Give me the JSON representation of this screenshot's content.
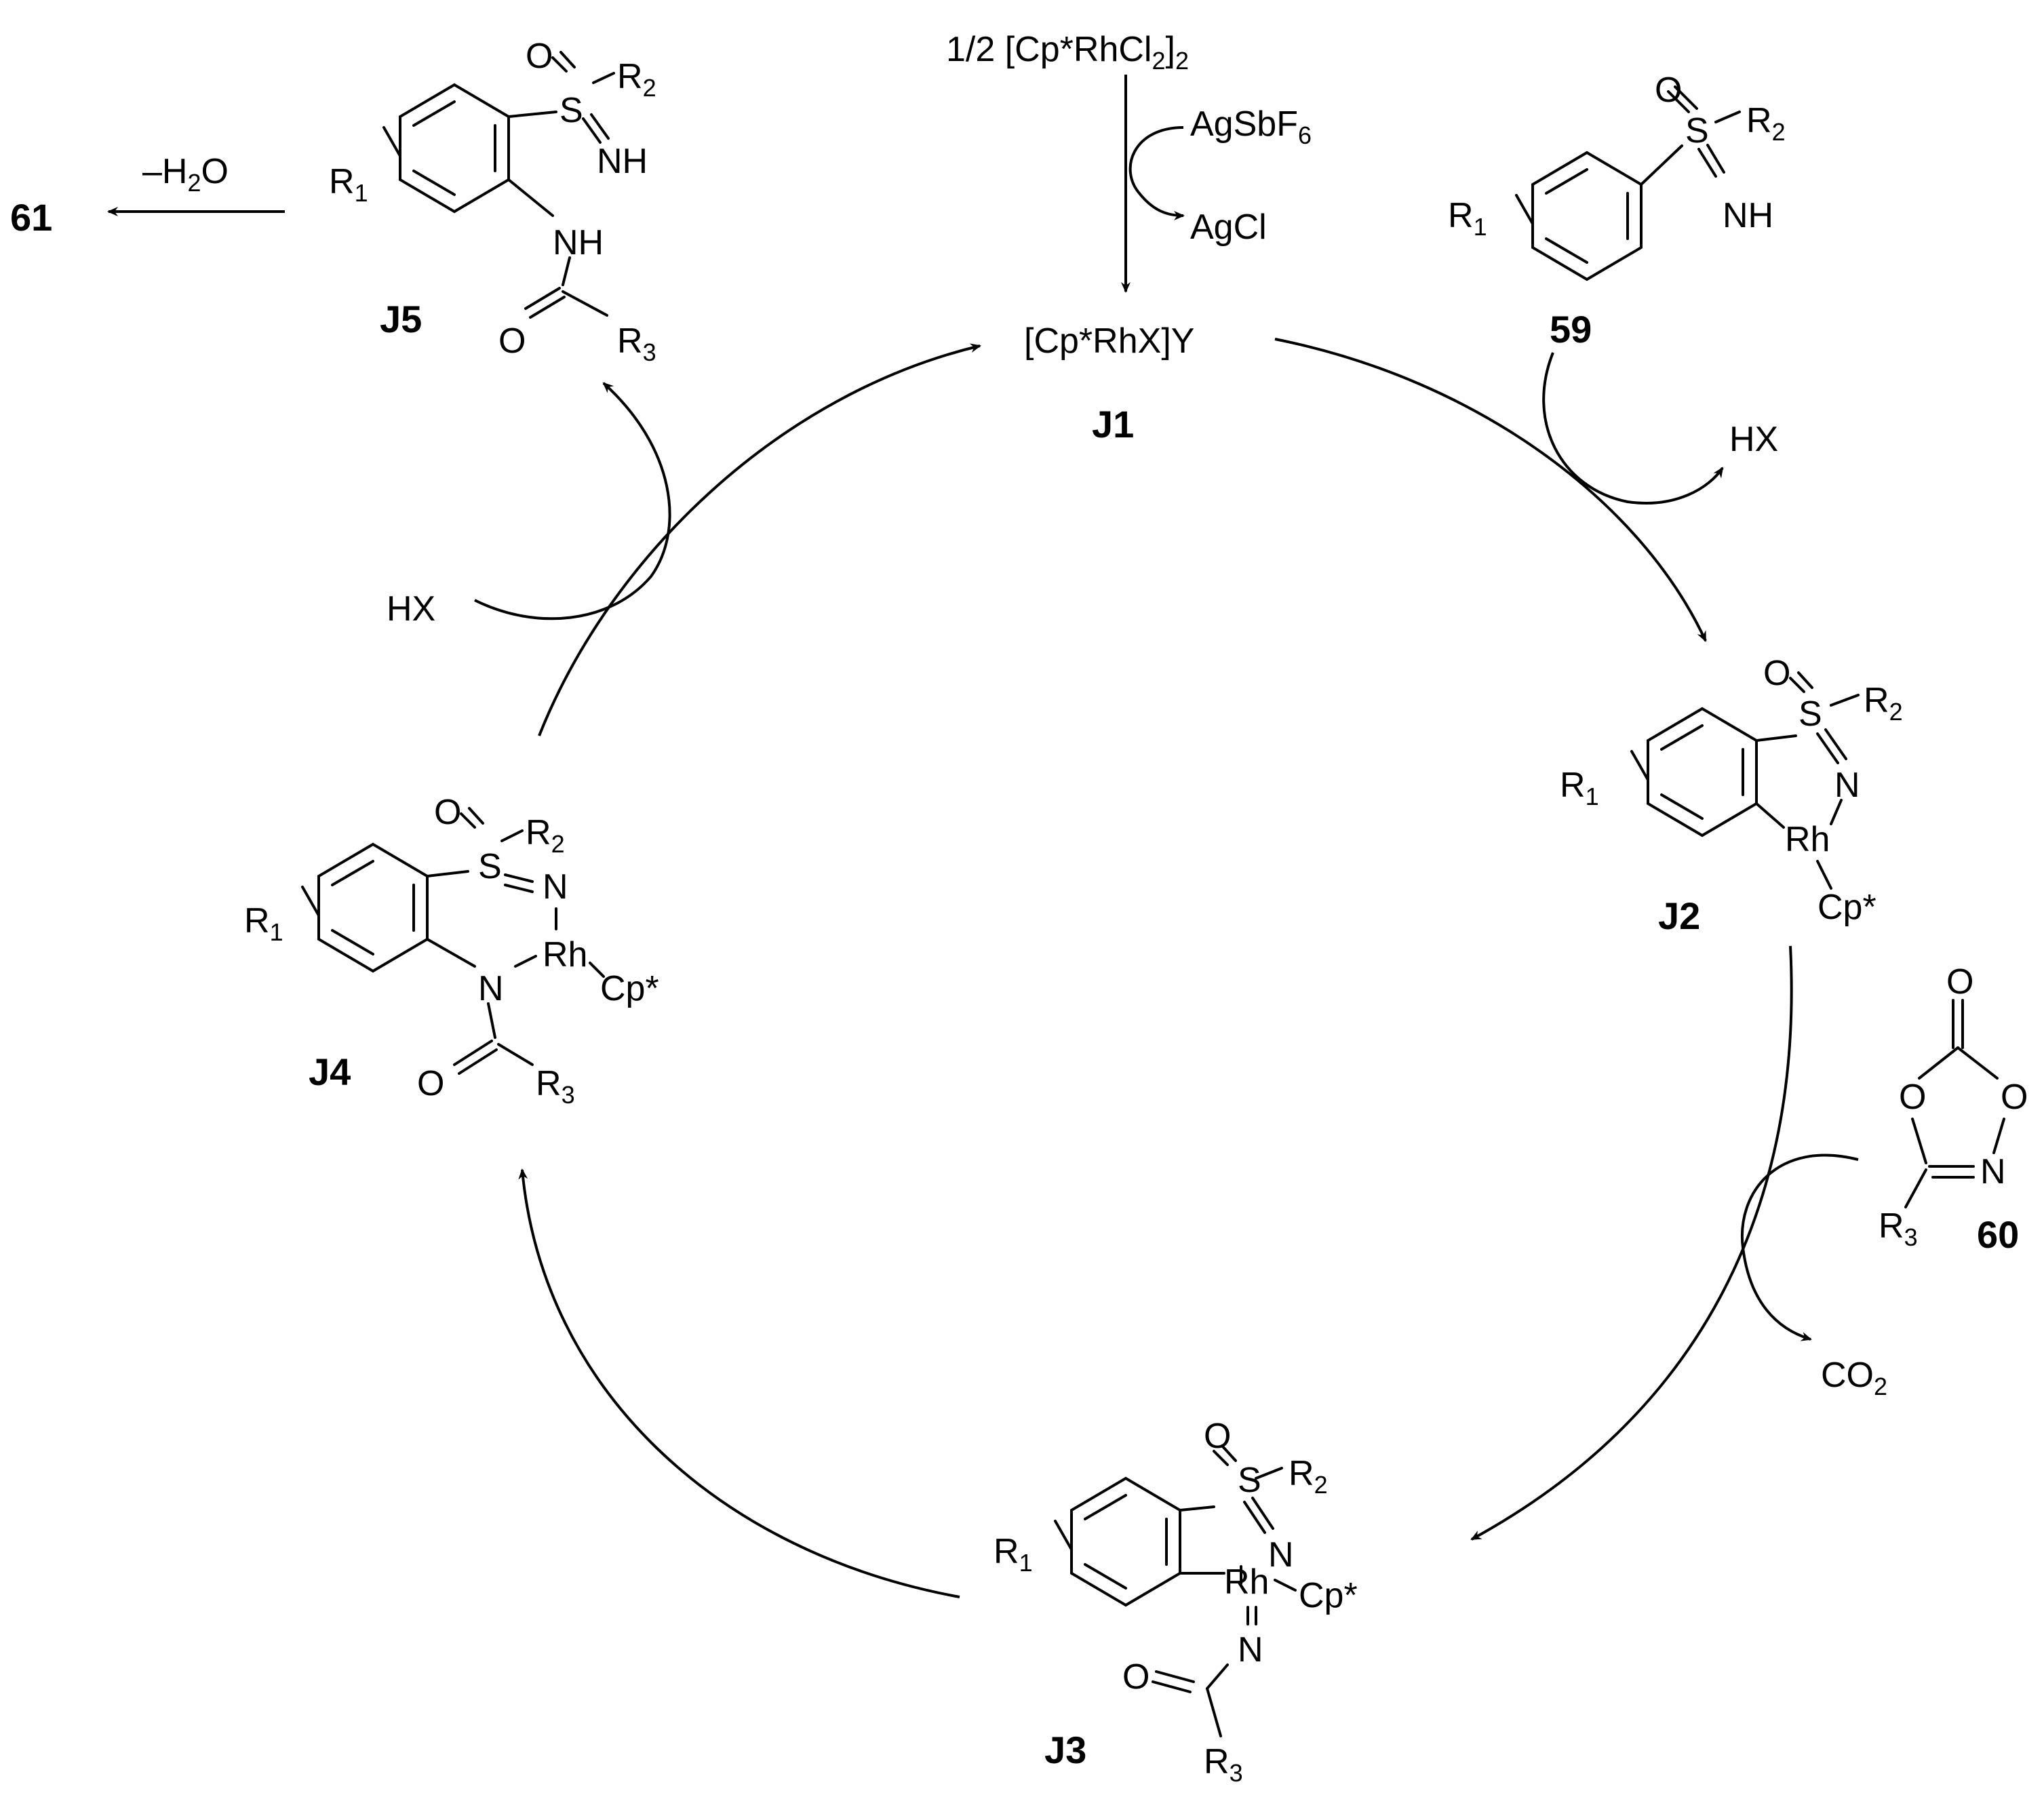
{
  "compounds": {
    "j1": {
      "id": "J1",
      "formula": "[Cp*RhX]Y"
    },
    "j2": {
      "id": "J2"
    },
    "j3": {
      "id": "J3"
    },
    "j4": {
      "id": "J4"
    },
    "j5": {
      "id": "J5"
    },
    "s59": {
      "id": "59"
    },
    "s60": {
      "id": "60"
    },
    "p61": {
      "id": "61"
    }
  },
  "reagents": {
    "precatalyst": "1/2 [Cp*RhCl2]2",
    "additive": "AgSbF6",
    "byproduct_agcl": "AgCl",
    "hx_out": "HX",
    "hx_in": "HX",
    "co2": "CO2",
    "water_loss": "–H2O"
  },
  "atoms": {
    "O": "O",
    "S": "S",
    "N": "N",
    "NH": "NH",
    "Rh": "Rh",
    "Cp": "Cp*",
    "R1": "R",
    "R2": "R",
    "R3": "R",
    "sub1": "1",
    "sub2": "2",
    "sub3": "3"
  }
}
